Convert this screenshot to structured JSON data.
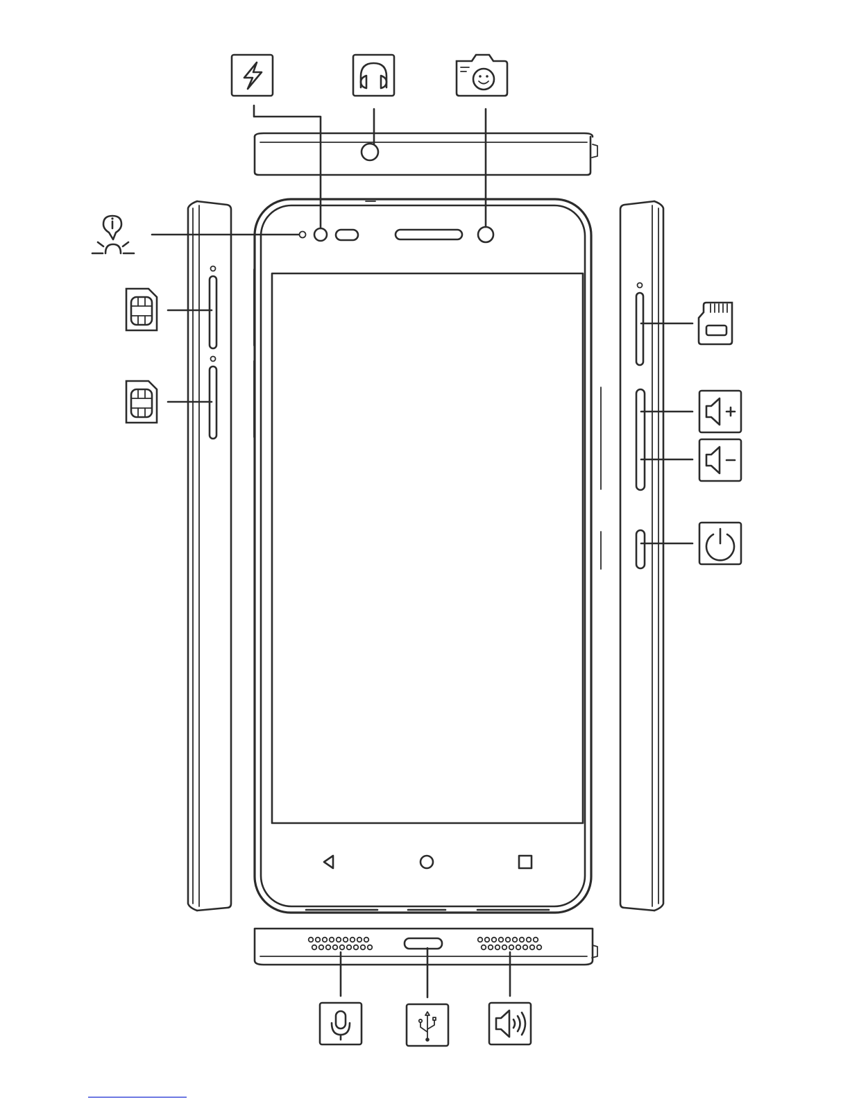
{
  "colors": {
    "line": "#2b2b2b",
    "background": "#ffffff",
    "link_underline": "#3b4bd8"
  },
  "callouts": [
    {
      "id": "flash",
      "icon": "flash-icon"
    },
    {
      "id": "headphone-jack",
      "icon": "headphones-icon"
    },
    {
      "id": "front-camera",
      "icon": "selfie-camera-icon"
    },
    {
      "id": "notification-led",
      "icon": "notification-light-icon"
    },
    {
      "id": "sim-slot-1",
      "icon": "sim-card-icon"
    },
    {
      "id": "sim-slot-2",
      "icon": "sim-card-icon"
    },
    {
      "id": "microsd-slot",
      "icon": "memory-card-icon"
    },
    {
      "id": "volume-up",
      "icon": "volume-up-icon"
    },
    {
      "id": "volume-down",
      "icon": "volume-down-icon"
    },
    {
      "id": "power-button",
      "icon": "power-icon"
    },
    {
      "id": "microphone",
      "icon": "microphone-icon"
    },
    {
      "id": "micro-usb-port",
      "icon": "usb-icon"
    },
    {
      "id": "loudspeaker",
      "icon": "speaker-icon"
    }
  ],
  "nav_buttons": [
    "back-icon",
    "home-icon",
    "recents-icon"
  ]
}
